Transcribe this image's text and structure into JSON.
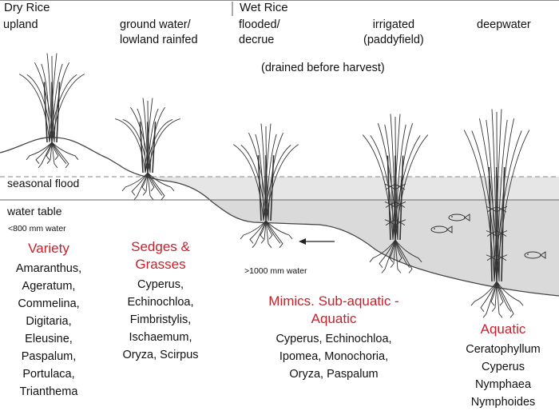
{
  "headings": {
    "dry_rice": "Dry Rice",
    "wet_rice": "Wet Rice"
  },
  "environments": [
    {
      "key": "upland",
      "label": "upland"
    },
    {
      "key": "ground",
      "label": "ground water/\nlowland rainfed"
    },
    {
      "key": "flooded",
      "label": "flooded/\ndecrue"
    },
    {
      "key": "irrigated",
      "label": "irrigated\n(paddyfield)"
    },
    {
      "key": "deepwater",
      "label": "deepwater"
    }
  ],
  "note_drained": "(drained before harvest)",
  "zones": {
    "seasonal_flood": "seasonal flood",
    "water_table": "water table"
  },
  "water_levels": {
    "low": "<800 mm water",
    "high": ">1000 mm water"
  },
  "weed_groups": [
    {
      "key": "variety",
      "category": "Variety",
      "species": [
        "Amaranthus,",
        "Ageratum,",
        "Commelina,",
        "Digitaria,",
        "Eleusine,",
        "Paspalum,",
        "Portulaca,",
        "Trianthema"
      ]
    },
    {
      "key": "sedges",
      "category": "Sedges &\nGrasses",
      "species": [
        "Cyperus,",
        "Echinochloa,",
        "Fimbristylis,",
        "Ischaemum,",
        "Oryza, Scirpus"
      ]
    },
    {
      "key": "mimics",
      "category": "Mimics. Sub-aquatic -\nAquatic",
      "species": [
        "Cyperus, Echinochloa,",
        "Ipomea, Monochoria,",
        "Oryza, Paspalum"
      ]
    },
    {
      "key": "aquatic",
      "category": "Aquatic",
      "species": [
        "Ceratophyllum",
        "Cyperus",
        "Nymphaea",
        "Nymphoides"
      ]
    }
  ],
  "colors": {
    "category_red": "#c8202a",
    "flood_band": "#e6e6e6",
    "deep_water": "#dadada"
  }
}
